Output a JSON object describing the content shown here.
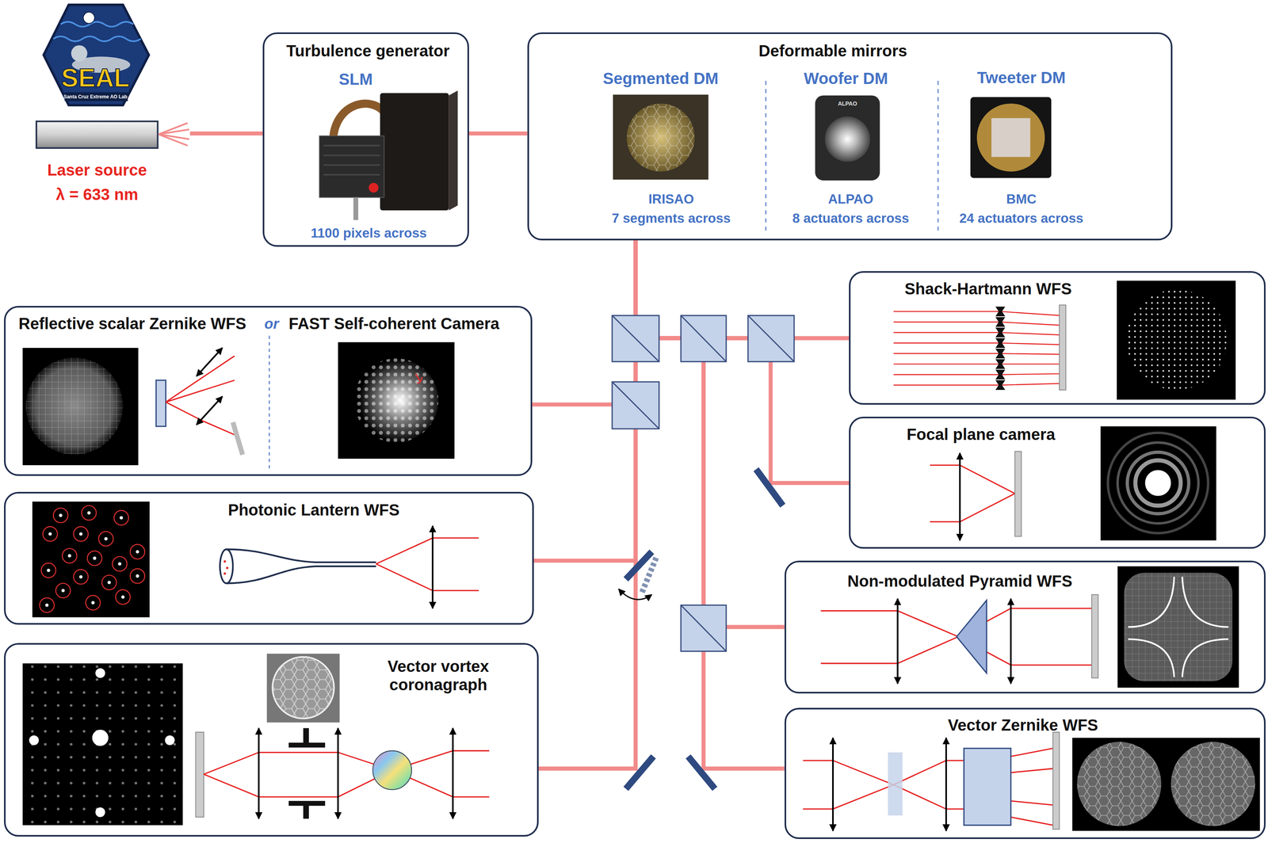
{
  "diagram": {
    "nodes": [
      {
        "text": [
          "Laser source",
          "λ = 633 nm"
        ]
      },
      {
        "text": [
          "Turbulence generator",
          "SLM",
          "1100 pixels across"
        ]
      },
      {
        "text": [
          "Deformable mirrors"
        ]
      },
      {
        "text": [
          "Segmented DM",
          "IRISAO",
          "7 segments across"
        ],
        "in": 2
      },
      {
        "text": [
          "Woofer DM",
          "ALPAO",
          "8 actuators across"
        ],
        "in": 2
      },
      {
        "text": [
          "Tweeter DM",
          "BMC",
          "24 actuators across"
        ],
        "in": 2
      },
      {
        "text": [
          "Reflective scalar Zernike WFS",
          "or",
          "FAST Self-coherent Camera"
        ]
      },
      {
        "text": [
          "Shack-Hartmann WFS"
        ]
      },
      {
        "text": [
          "Focal plane camera"
        ]
      },
      {
        "text": [
          "Photonic Lantern WFS"
        ]
      },
      {
        "text": [
          "Non-modulated Pyramid WFS"
        ]
      },
      {
        "text": [
          "Vector vortex coronagraph"
        ]
      },
      {
        "text": [
          "Vector Zernike WFS"
        ]
      }
    ],
    "edges": [
      {
        "from": 0,
        "to": 1,
        "arrow": "none"
      },
      {
        "from": 1,
        "to": 2,
        "arrow": "none"
      },
      {
        "from": 2,
        "to": 6,
        "arrow": "none"
      },
      {
        "from": 2,
        "to": 7,
        "arrow": "none"
      },
      {
        "from": 2,
        "to": 8,
        "arrow": "none"
      },
      {
        "from": 2,
        "to": 9,
        "arrow": "none"
      },
      {
        "from": 2,
        "to": 10,
        "arrow": "none"
      },
      {
        "from": 2,
        "to": 11,
        "arrow": "none"
      },
      {
        "from": 2,
        "to": 12,
        "arrow": "none"
      }
    ],
    "labels": [
      "SEAL",
      "Santa Cruz Extreme AO Lab",
      "ALPAO"
    ]
  }
}
